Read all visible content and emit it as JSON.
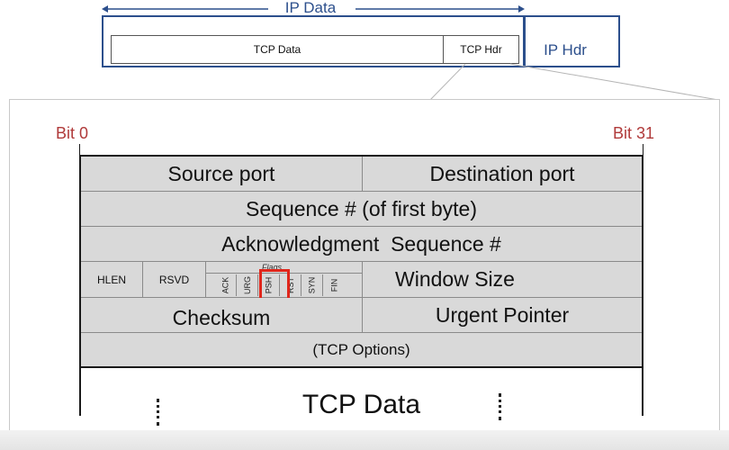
{
  "ip": {
    "data_label": "IP Data",
    "tcp_data_label": "TCP Data",
    "tcp_hdr_label": "TCP Hdr",
    "ip_hdr_label": "IP Hdr"
  },
  "bits": {
    "start": "Bit 0",
    "end": "Bit 31"
  },
  "header": {
    "source_port": "Source port",
    "destination_port": "Destination port",
    "sequence": "Sequence # (of first byte)",
    "acknowledgment": "Acknowledgment  Sequence #",
    "hlen": "HLEN",
    "rsvd": "RSVD",
    "flags_label": "Flags",
    "flags": [
      "ACK",
      "URG",
      "PSH",
      "RST",
      "SYN",
      "FIN"
    ],
    "window_size": "Window Size",
    "checksum": "Checksum",
    "urgent_pointer": "Urgent Pointer",
    "options": "(TCP Options)",
    "tcp_data": "TCP Data"
  },
  "highlight": {
    "flag": "PSH",
    "color": "#e0261b"
  },
  "colors": {
    "ip_border": "#2c4f8c",
    "bit_label": "#b03a3a",
    "field_bg": "#d9d9d9"
  }
}
